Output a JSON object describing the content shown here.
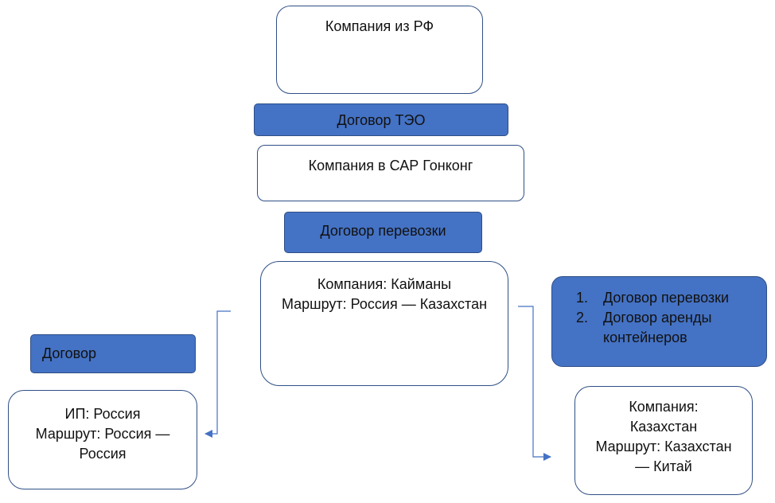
{
  "nodes": {
    "rf_company": {
      "lines": [
        "Компания из РФ"
      ]
    },
    "teo_contract": {
      "label": "Договор ТЭО"
    },
    "hk_company": {
      "lines": [
        "Компания в САР Гонконг"
      ]
    },
    "carriage_contract": {
      "label": "Договор перевозки"
    },
    "cayman_company": {
      "lines": [
        "Компания: Кайманы",
        "Маршрут: Россия — Казахстан"
      ]
    },
    "contracts_list": {
      "items": [
        {
          "num": "1.",
          "text": "Договор перевозки"
        },
        {
          "num": "2.",
          "text": "Договор аренды контейнеров"
        }
      ]
    },
    "contract_left": {
      "label": "Договор"
    },
    "ip_russia": {
      "lines": [
        "ИП: Россия",
        "Маршрут: Россия —",
        "Россия"
      ]
    },
    "kz_company": {
      "lines": [
        "Компания:",
        "Казахстан",
        "Маршрут: Казахстан",
        "— Китай"
      ]
    }
  },
  "colors": {
    "accent_fill": "#4472c4",
    "border": "#2f4f86",
    "connector": "#4472c4"
  }
}
